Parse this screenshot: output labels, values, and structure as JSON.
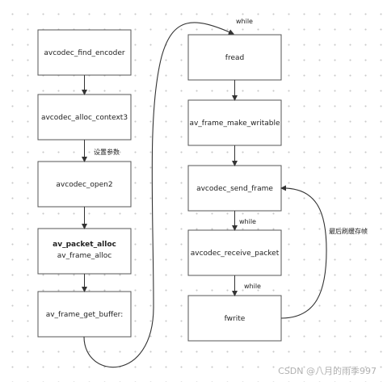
{
  "nodes": {
    "find_encoder": "avcodec_find_encoder",
    "alloc_context3": "avcodec_alloc_context3",
    "open2": "avcodec_open2",
    "packet_alloc": "av_packet_alloc",
    "frame_alloc": "av_frame_alloc",
    "get_buffer": "av_frame_get_buffer:",
    "fread": "fread",
    "make_writable": "av_frame_make_writable",
    "send_frame": "avcodec_send_frame",
    "receive_packet": "avcodec_receive_packet",
    "fwrite": "fwrite"
  },
  "edges": {
    "set_params": "设置参数",
    "while_top": "while",
    "while_mid": "while",
    "while_low": "while",
    "flush": "最后刷缓存帧"
  },
  "watermark": "CSDN @八月的雨季997"
}
